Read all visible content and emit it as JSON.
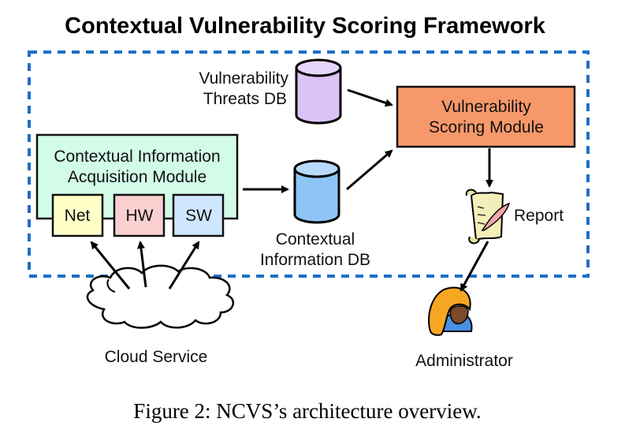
{
  "title": "Contextual Vulnerability Scoring Framework",
  "caption": "Figure 2: NCVS’s architecture overview.",
  "colors": {
    "frame": "#1f6fc5",
    "scoring_module": "#f7986a",
    "acquisition_module": "#d2fbe8",
    "net": "#ffffc8",
    "hw": "#f9cfd0",
    "sw": "#cfe6ff",
    "threats_db": "#dcc3f6",
    "context_db": "#8fc4f6"
  },
  "nodes": {
    "threats_db": {
      "line1": "Vulnerability",
      "line2": "Threats DB"
    },
    "scoring_module": {
      "line1": "Vulnerability",
      "line2": "Scoring Module"
    },
    "acquisition_module": {
      "line1": "Contextual Information",
      "line2": "Acquisition Module"
    },
    "net": "Net",
    "hw": "HW",
    "sw": "SW",
    "context_db": {
      "line1": "Contextual",
      "line2": "Information DB"
    },
    "report": "Report",
    "cloud": "Cloud Service",
    "admin": "Administrator"
  }
}
